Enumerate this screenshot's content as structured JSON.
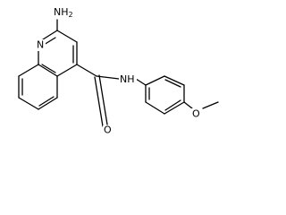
{
  "molecule": {
    "atom_labels": [
      {
        "id": "n-amine",
        "text": "H",
        "subscript": "2",
        "prefix": "N"
      },
      {
        "id": "n-ring",
        "text": "N"
      },
      {
        "id": "n-amide",
        "text": "N",
        "suffix": "H"
      },
      {
        "id": "o-carbonyl",
        "text": "O"
      },
      {
        "id": "o-methoxy",
        "text": "O"
      }
    ]
  }
}
